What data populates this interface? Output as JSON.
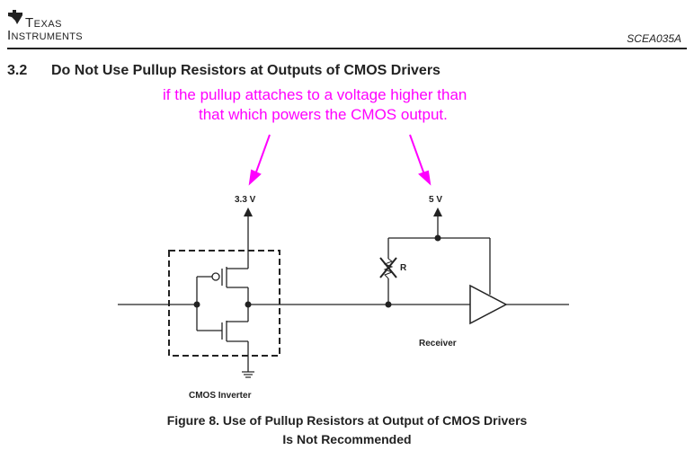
{
  "header": {
    "logo_line1": "Texas",
    "logo_line2": "Instruments",
    "doc_id": "SCEA035A"
  },
  "section": {
    "number": "3.2",
    "title": "Do Not Use Pullup Resistors at Outputs of CMOS Drivers"
  },
  "annotation": {
    "line1": "if the pullup attaches to a voltage higher than",
    "line2": "that which powers the CMOS output.",
    "color": "#ff00ff"
  },
  "diagram": {
    "supply_left": "3.3 V",
    "supply_right": "5 V",
    "resistor_label": "R",
    "inverter_label": "CMOS Inverter",
    "receiver_label": "Receiver"
  },
  "caption": {
    "line1": "Figure 8.  Use of Pullup Resistors at Output of CMOS Drivers",
    "line2": "Is Not Recommended"
  }
}
